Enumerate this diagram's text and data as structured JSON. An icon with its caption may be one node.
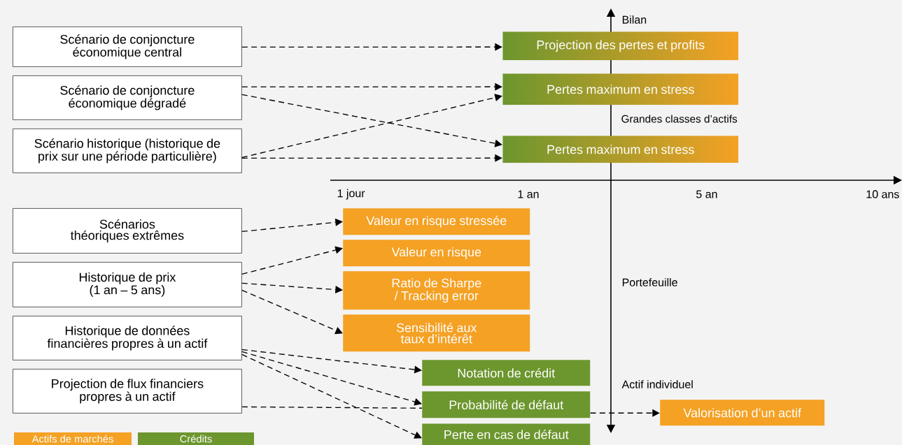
{
  "diagram": {
    "nodes": [
      {
        "text": [
          "Scénario de conjoncture économique central"
        ]
      },
      {
        "text": [
          "Scénario de conjoncture économique dégradé"
        ]
      },
      {
        "text": [
          "Scénario historique (historique de prix sur une période particulière)"
        ]
      },
      {
        "text": [
          "Scénarios théoriques extrêmes"
        ]
      },
      {
        "text": [
          "Historique de prix (1 an – 5 ans)"
        ]
      },
      {
        "text": [
          "Historique de données financières propres à un actif"
        ]
      },
      {
        "text": [
          "Projection de flux financiers propres à un actif"
        ]
      },
      {
        "text": [
          "Projection des pertes et profits"
        ]
      },
      {
        "text": [
          "Pertes maximum en stress"
        ]
      },
      {
        "text": [
          "Pertes maximum en stress"
        ]
      },
      {
        "text": [
          "Valeur en risque stressée"
        ]
      },
      {
        "text": [
          "Valeur en risque"
        ]
      },
      {
        "text": [
          "Ratio de Sharpe / Tracking error"
        ]
      },
      {
        "text": [
          "Sensibilité aux taux d’intérêt"
        ]
      },
      {
        "text": [
          "Notation de crédit"
        ]
      },
      {
        "text": [
          "Probabilité de défaut"
        ]
      },
      {
        "text": [
          "Perte en cas de défaut"
        ]
      },
      {
        "text": [
          "Valorisation d’un actif"
        ]
      }
    ],
    "edges": [
      {
        "from": 0,
        "to": 7,
        "arrow": "to"
      },
      {
        "from": 1,
        "to": 8,
        "arrow": "to"
      },
      {
        "from": 1,
        "to": 9,
        "arrow": "to"
      },
      {
        "from": 2,
        "to": 8,
        "arrow": "to"
      },
      {
        "from": 2,
        "to": 9,
        "arrow": "to"
      },
      {
        "from": 3,
        "to": 10,
        "arrow": "to"
      },
      {
        "from": 4,
        "to": 11,
        "arrow": "to"
      },
      {
        "from": 4,
        "to": 12,
        "arrow": "to"
      },
      {
        "from": 4,
        "to": 13,
        "arrow": "to"
      },
      {
        "from": 5,
        "to": 14,
        "arrow": "to"
      },
      {
        "from": 5,
        "to": 15,
        "arrow": "to"
      },
      {
        "from": 5,
        "to": 16,
        "arrow": "to"
      },
      {
        "from": 6,
        "to": 15,
        "arrow": "none"
      },
      {
        "from": 15,
        "to": 17,
        "arrow": "to"
      }
    ],
    "labels": [
      "Bilan",
      "Grandes classes d’actifs",
      "1 jour",
      "1 an",
      "5 an",
      "10 ans",
      "Portefeuille",
      "Actif individuel"
    ],
    "legend": [
      {
        "text": "Actifs de marchés",
        "color": "#f4a124"
      },
      {
        "text": "Crédits",
        "color": "#6c962e"
      }
    ]
  }
}
